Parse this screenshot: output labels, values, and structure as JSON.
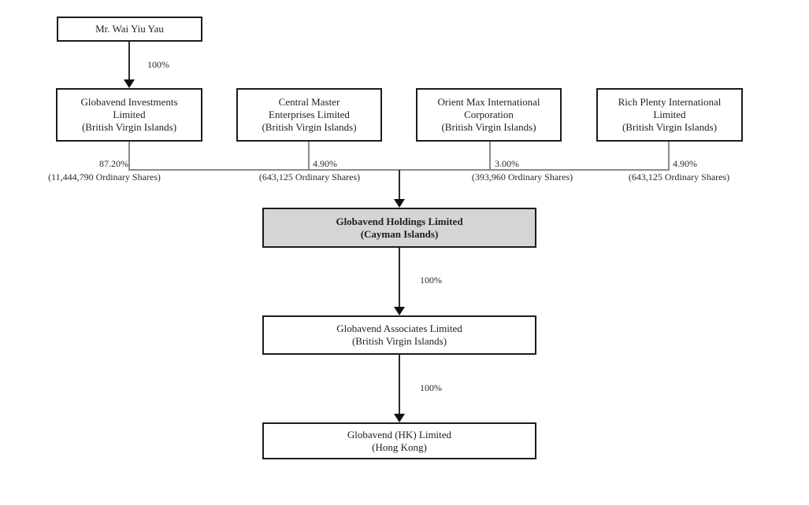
{
  "diagram": {
    "type": "corporate-structure-chart",
    "nodes": {
      "owner": {
        "lines": [
          "Mr. Wai Yiu Yau"
        ]
      },
      "investments": {
        "lines": [
          "Globavend Investments",
          "Limited",
          "(British Virgin Islands)"
        ]
      },
      "central": {
        "lines": [
          "Central Master",
          "Enterprises Limited",
          "(British Virgin Islands)"
        ]
      },
      "orient": {
        "lines": [
          "Orient Max International",
          "Corporation",
          "(British Virgin Islands)"
        ]
      },
      "rich": {
        "lines": [
          "Rich Plenty International",
          "Limited",
          "(British Virgin Islands)"
        ]
      },
      "holdings": {
        "lines": [
          "Globavend Holdings Limited",
          "(Cayman Islands)"
        ],
        "highlighted": true
      },
      "associates": {
        "lines": [
          "Globavend Associates Limited",
          "(British Virgin Islands)"
        ]
      },
      "hk": {
        "lines": [
          "Globavend (HK) Limited",
          "(Hong Kong)"
        ]
      }
    },
    "edges": {
      "owner_to_investments": {
        "percent": "100%"
      },
      "investments_to_holdings": {
        "percent": "87.20%",
        "shares": "(11,444,790 Ordinary Shares)"
      },
      "central_to_holdings": {
        "percent": "4.90%",
        "shares": "(643,125 Ordinary Shares)"
      },
      "orient_to_holdings": {
        "percent": "3.00%",
        "shares": "(393,960 Ordinary Shares)"
      },
      "rich_to_holdings": {
        "percent": "4.90%",
        "shares": "(643,125 Ordinary Shares)"
      },
      "holdings_to_associates": {
        "percent": "100%"
      },
      "associates_to_hk": {
        "percent": "100%"
      }
    },
    "colors": {
      "highlight_box_fill": "#d5d5d5",
      "box_border": "#1c1c1c",
      "connector_gray": "#8c8c8c",
      "connector_black": "#2a2a2a",
      "background": "#ffffff"
    }
  }
}
